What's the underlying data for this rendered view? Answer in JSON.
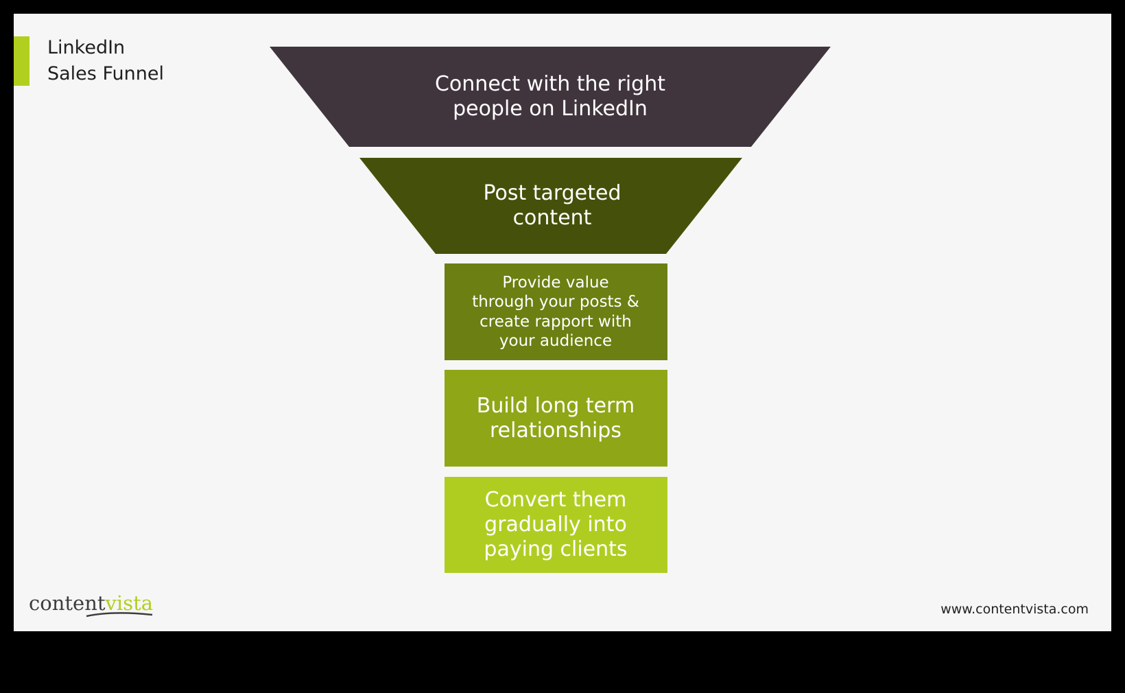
{
  "title": {
    "line1": "LinkedIn",
    "line2": "Sales Funnel"
  },
  "stages": [
    {
      "label": "Connect with the right people on LinkedIn",
      "color": "#41353d"
    },
    {
      "label": "Post targeted content",
      "color": "#45510a"
    },
    {
      "label": "Provide value through your posts & create rapport with your audience",
      "color": "#6b7f12"
    },
    {
      "label": "Build long term relationships",
      "color": "#8fa617"
    },
    {
      "label": "Convert them gradually into paying clients",
      "color": "#afcd21"
    }
  ],
  "colors": {
    "accent": "#b1cf1e",
    "background": "#f6f6f6",
    "frame": "#000000",
    "text": "#1f1f1f"
  },
  "logo": {
    "part1": "content",
    "part2": "vista"
  },
  "website": "www.contentvista.com"
}
